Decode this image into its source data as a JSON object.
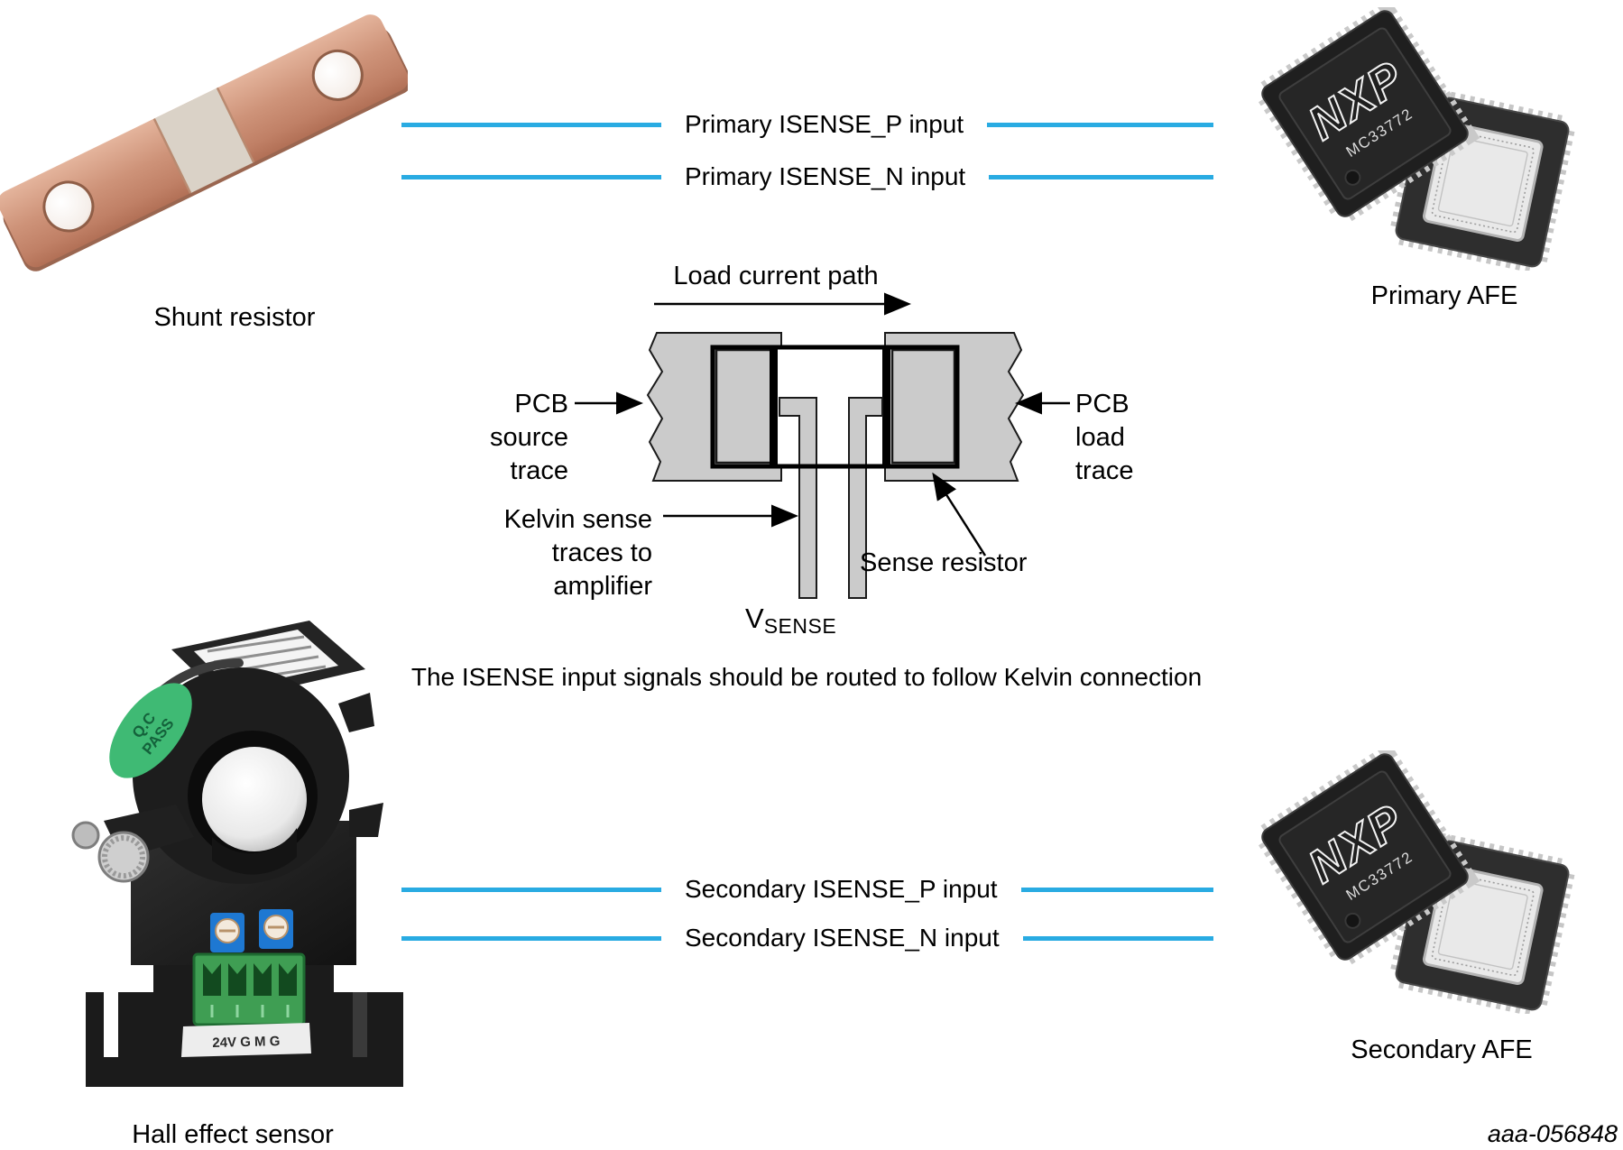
{
  "colors": {
    "accent_blue": "#29ABE2",
    "diagram_gray": "#CBCBCB",
    "outline_black": "#000000",
    "copper": "#C98F74",
    "chip_body": "#222222"
  },
  "shunt": {
    "caption": "Shunt resistor"
  },
  "hall": {
    "caption": "Hall effect sensor",
    "sticker_line1": "Q.C",
    "sticker_line2": "PASS",
    "terminals": "24V  G  M  G"
  },
  "primary": {
    "afe_label": "Primary AFE",
    "chip_brand": "NXP",
    "chip_part": "MC33772",
    "rows": [
      {
        "label": "Primary ISENSE_P input"
      },
      {
        "label": "Primary ISENSE_N input"
      }
    ]
  },
  "secondary": {
    "afe_label": "Secondary AFE",
    "chip_brand": "NXP",
    "chip_part": "MC33772",
    "rows": [
      {
        "label": "Secondary ISENSE_P input"
      },
      {
        "label": "Secondary ISENSE_N input"
      }
    ]
  },
  "diagram": {
    "load_current_path": "Load current path",
    "pcb_source_trace": [
      "PCB",
      "source",
      "trace"
    ],
    "pcb_load_trace": [
      "PCB",
      "load",
      "trace"
    ],
    "kelvin_label": [
      "Kelvin sense",
      "traces to",
      "amplifier"
    ],
    "sense_resistor": "Sense resistor",
    "vsense_main": "V",
    "vsense_sub": "SENSE",
    "caption": "The ISENSE input signals should be routed to follow Kelvin connection"
  },
  "footer": {
    "figure_id": "aaa-056848"
  }
}
